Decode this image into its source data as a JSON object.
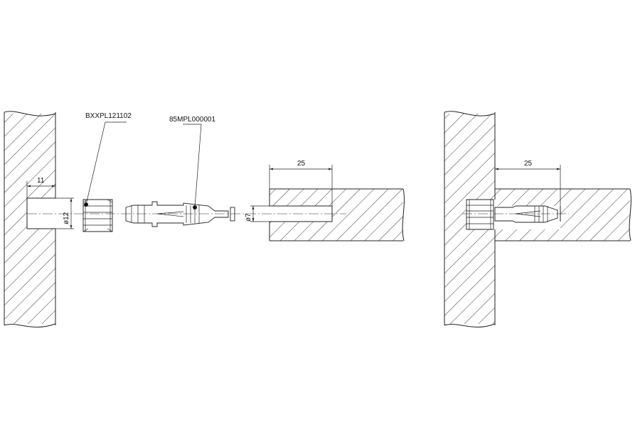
{
  "labels": {
    "part_left": "BXXPL121102",
    "part_mid": "85MPL000001"
  },
  "dimensions": {
    "depth_left": "11",
    "dia_left": "ø12",
    "dia_right": "ø7",
    "depth_right": "25",
    "depth_assembled": "25"
  }
}
